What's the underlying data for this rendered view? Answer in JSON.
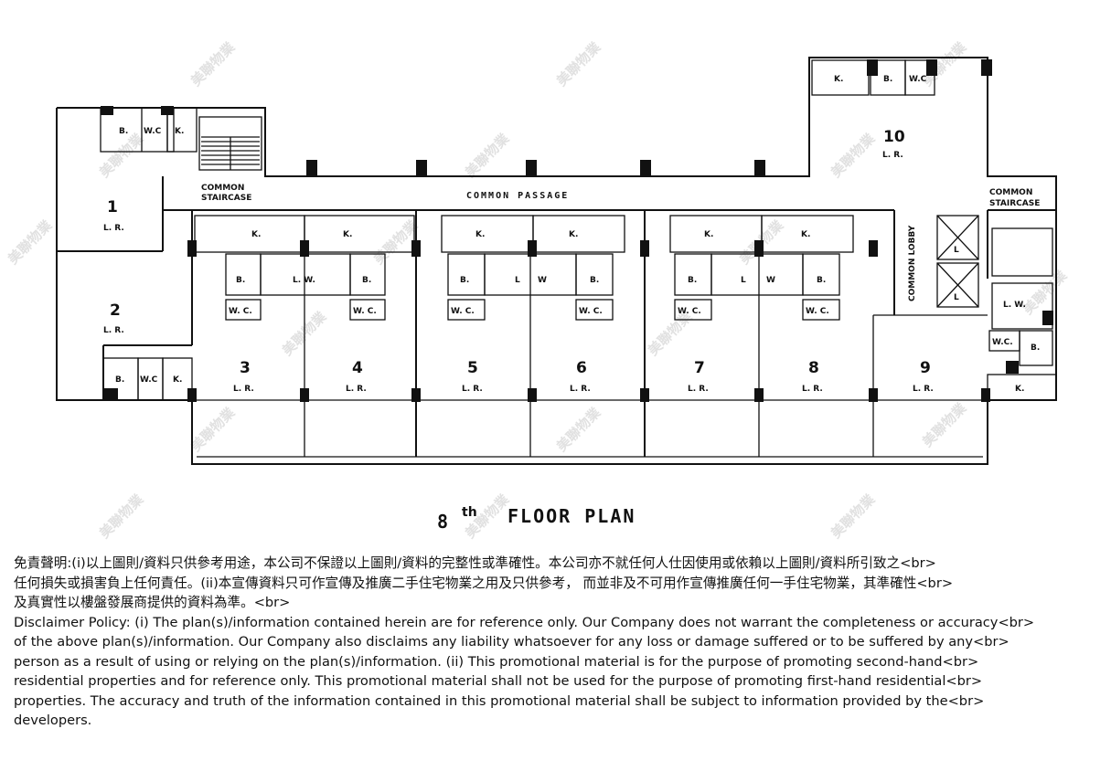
{
  "plan": {
    "title_prefix": "8",
    "title_sup": "th",
    "title_main": "FLOOR PLAN",
    "watermark": "美聯物業",
    "corridor": "COMMON PASSAGE",
    "staircase_left": [
      "COMMON",
      "STAIRCASE"
    ],
    "staircase_right": [
      "COMMON",
      "STAIRCASE"
    ],
    "lobby": "COMMON LOBBY",
    "lift": "L",
    "units": [
      {
        "num": "1",
        "lr": "L. R.",
        "b": "B.",
        "wc": "W.C",
        "k": "K."
      },
      {
        "num": "2",
        "lr": "L. R.",
        "b": "B.",
        "wc": "W.C",
        "k": "K."
      },
      {
        "num": "3",
        "lr": "L. R.",
        "b": "B.",
        "wc": "W. C.",
        "k": "K."
      },
      {
        "num": "4",
        "lr": "L. R.",
        "b": "B.",
        "wc": "W. C.",
        "k": "K."
      },
      {
        "num": "5",
        "lr": "L. R.",
        "b": "B.",
        "wc": "W. C.",
        "k": "K."
      },
      {
        "num": "6",
        "lr": "L. R.",
        "b": "B.",
        "wc": "W. C.",
        "k": "K."
      },
      {
        "num": "7",
        "lr": "L. R.",
        "b": "B.",
        "wc": "W. C.",
        "k": "K."
      },
      {
        "num": "8",
        "lr": "L. R.",
        "b": "B.",
        "wc": "W. C.",
        "k": "K."
      },
      {
        "num": "9",
        "lr": "L. R.",
        "b": "B.",
        "wc": "W.C.",
        "k": "K."
      },
      {
        "num": "10",
        "lr": "L. R.",
        "b": "B.",
        "wc": "W.C",
        "k": "K."
      }
    ],
    "lw": "L. W.",
    "lw_split": [
      "L",
      "W"
    ]
  },
  "disclaimer": {
    "lines": [
      "免責聲明:(i)以上圖則/資料只供參考用途，本公司不保證以上圖則/資料的完整性或準確性。本公司亦不就任何人仕因使用或依賴以上圖則/資料所引致之<br>",
      "任何損失或損害負上任何責任。(ii)本宣傳資料只可作宣傳及推廣二手住宅物業之用及只供參考， 而並非及不可用作宣傳推廣任何一手住宅物業，其準確性<br>",
      "及真實性以樓盤發展商提供的資料為準。<br>",
      "Disclaimer Policy: (i) The plan(s)/information contained herein are for reference only. Our Company does not warrant the completeness or accuracy<br>",
      "of the above plan(s)/information. Our Company also disclaims any liability whatsoever for any loss or damage suffered or to be suffered by any<br>",
      "person as a result of using or relying on the plan(s)/information. (ii) This promotional material is for the purpose of promoting second-hand<br>",
      "residential properties and for reference only. This promotional material shall not be used for the purpose of promoting first-hand residential<br>",
      "properties. The accuracy and truth of the information contained in this promotional material shall be subject to information provided by the<br>",
      "developers."
    ]
  }
}
